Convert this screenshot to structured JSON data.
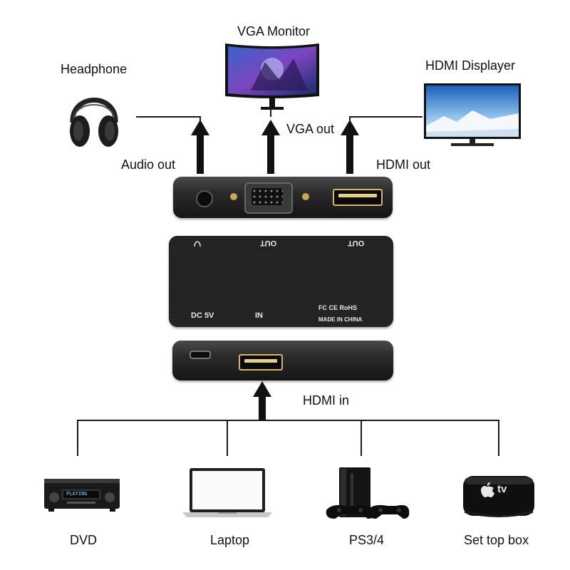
{
  "outputs": {
    "headphone": {
      "label": "Headphone",
      "icon": "headphone-icon"
    },
    "vga_monitor": {
      "label": "VGA Monitor",
      "icon": "vga-monitor-icon"
    },
    "hdmi_displayer": {
      "label": "HDMI Displayer",
      "icon": "hdmi-displayer-icon"
    }
  },
  "ports_out": {
    "audio": "Audio out",
    "vga": "VGA out",
    "hdmi": "HDMI out"
  },
  "device_front": {
    "out_left": "OUT",
    "out_right": "OUT",
    "dc": "DC 5V",
    "in": "IN",
    "certs": "FC CE RoHS",
    "made": "MADE IN CHINA"
  },
  "port_in": {
    "hdmi": "HDMI in"
  },
  "sources": [
    {
      "label": "DVD",
      "icon": "dvd-player-icon",
      "display": "PLAYING"
    },
    {
      "label": "Laptop",
      "icon": "laptop-icon"
    },
    {
      "label": "PS3/4",
      "icon": "playstation-icon"
    },
    {
      "label": "Set top box",
      "icon": "set-top-box-icon",
      "brand": "tv"
    }
  ]
}
